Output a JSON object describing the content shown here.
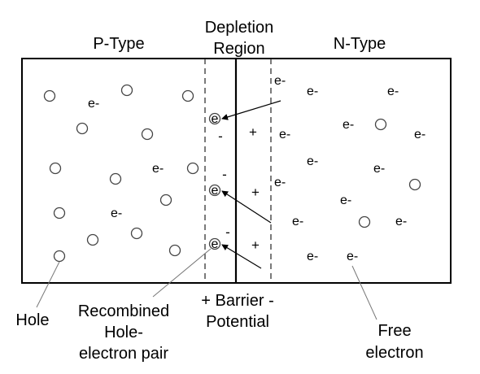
{
  "labels": {
    "p_type": "P-Type",
    "depletion_line1": "Depletion",
    "depletion_line2": "Region",
    "n_type": "N-Type",
    "hole": "Hole",
    "recombined_line1": "Recombined",
    "recombined_line2": "Hole-",
    "recombined_line3": "electron pair",
    "barrier_line1": "+ Barrier -",
    "barrier_line2": "Potential",
    "free_line1": "Free",
    "free_line2": "electron"
  },
  "symbols": {
    "electron": "e-",
    "neg_ion": "-",
    "pos_ion": "+",
    "recombined_e": "e"
  }
}
